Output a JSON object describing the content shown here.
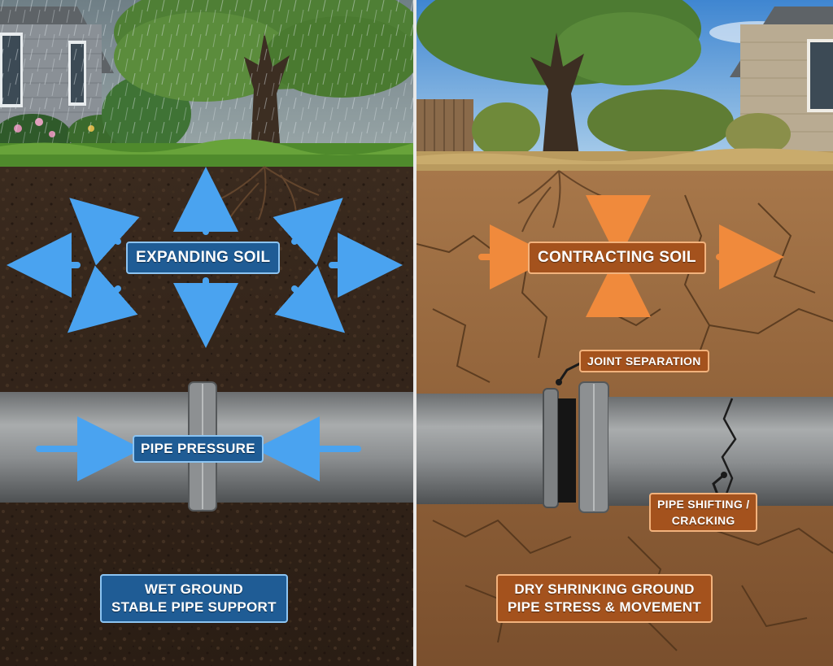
{
  "left_panel": {
    "main_label": "EXPANDING SOIL",
    "pipe_label": "PIPE PRESSURE",
    "caption_line1": "WET GROUND",
    "caption_line2": "STABLE PIPE SUPPORT",
    "accent_color": "#1f5c95",
    "arrow_color": "#4aa3f0"
  },
  "right_panel": {
    "main_label": "CONTRACTING SOIL",
    "joint_label": "JOINT SEPARATION",
    "crack_label_line1": "PIPE SHIFTING /",
    "crack_label_line2": "CRACKING",
    "caption_line1": "DRY SHRINKING GROUND",
    "caption_line2": "PIPE STRESS & MOVEMENT",
    "accent_color": "#a4521d",
    "arrow_color": "#f08a3c"
  }
}
